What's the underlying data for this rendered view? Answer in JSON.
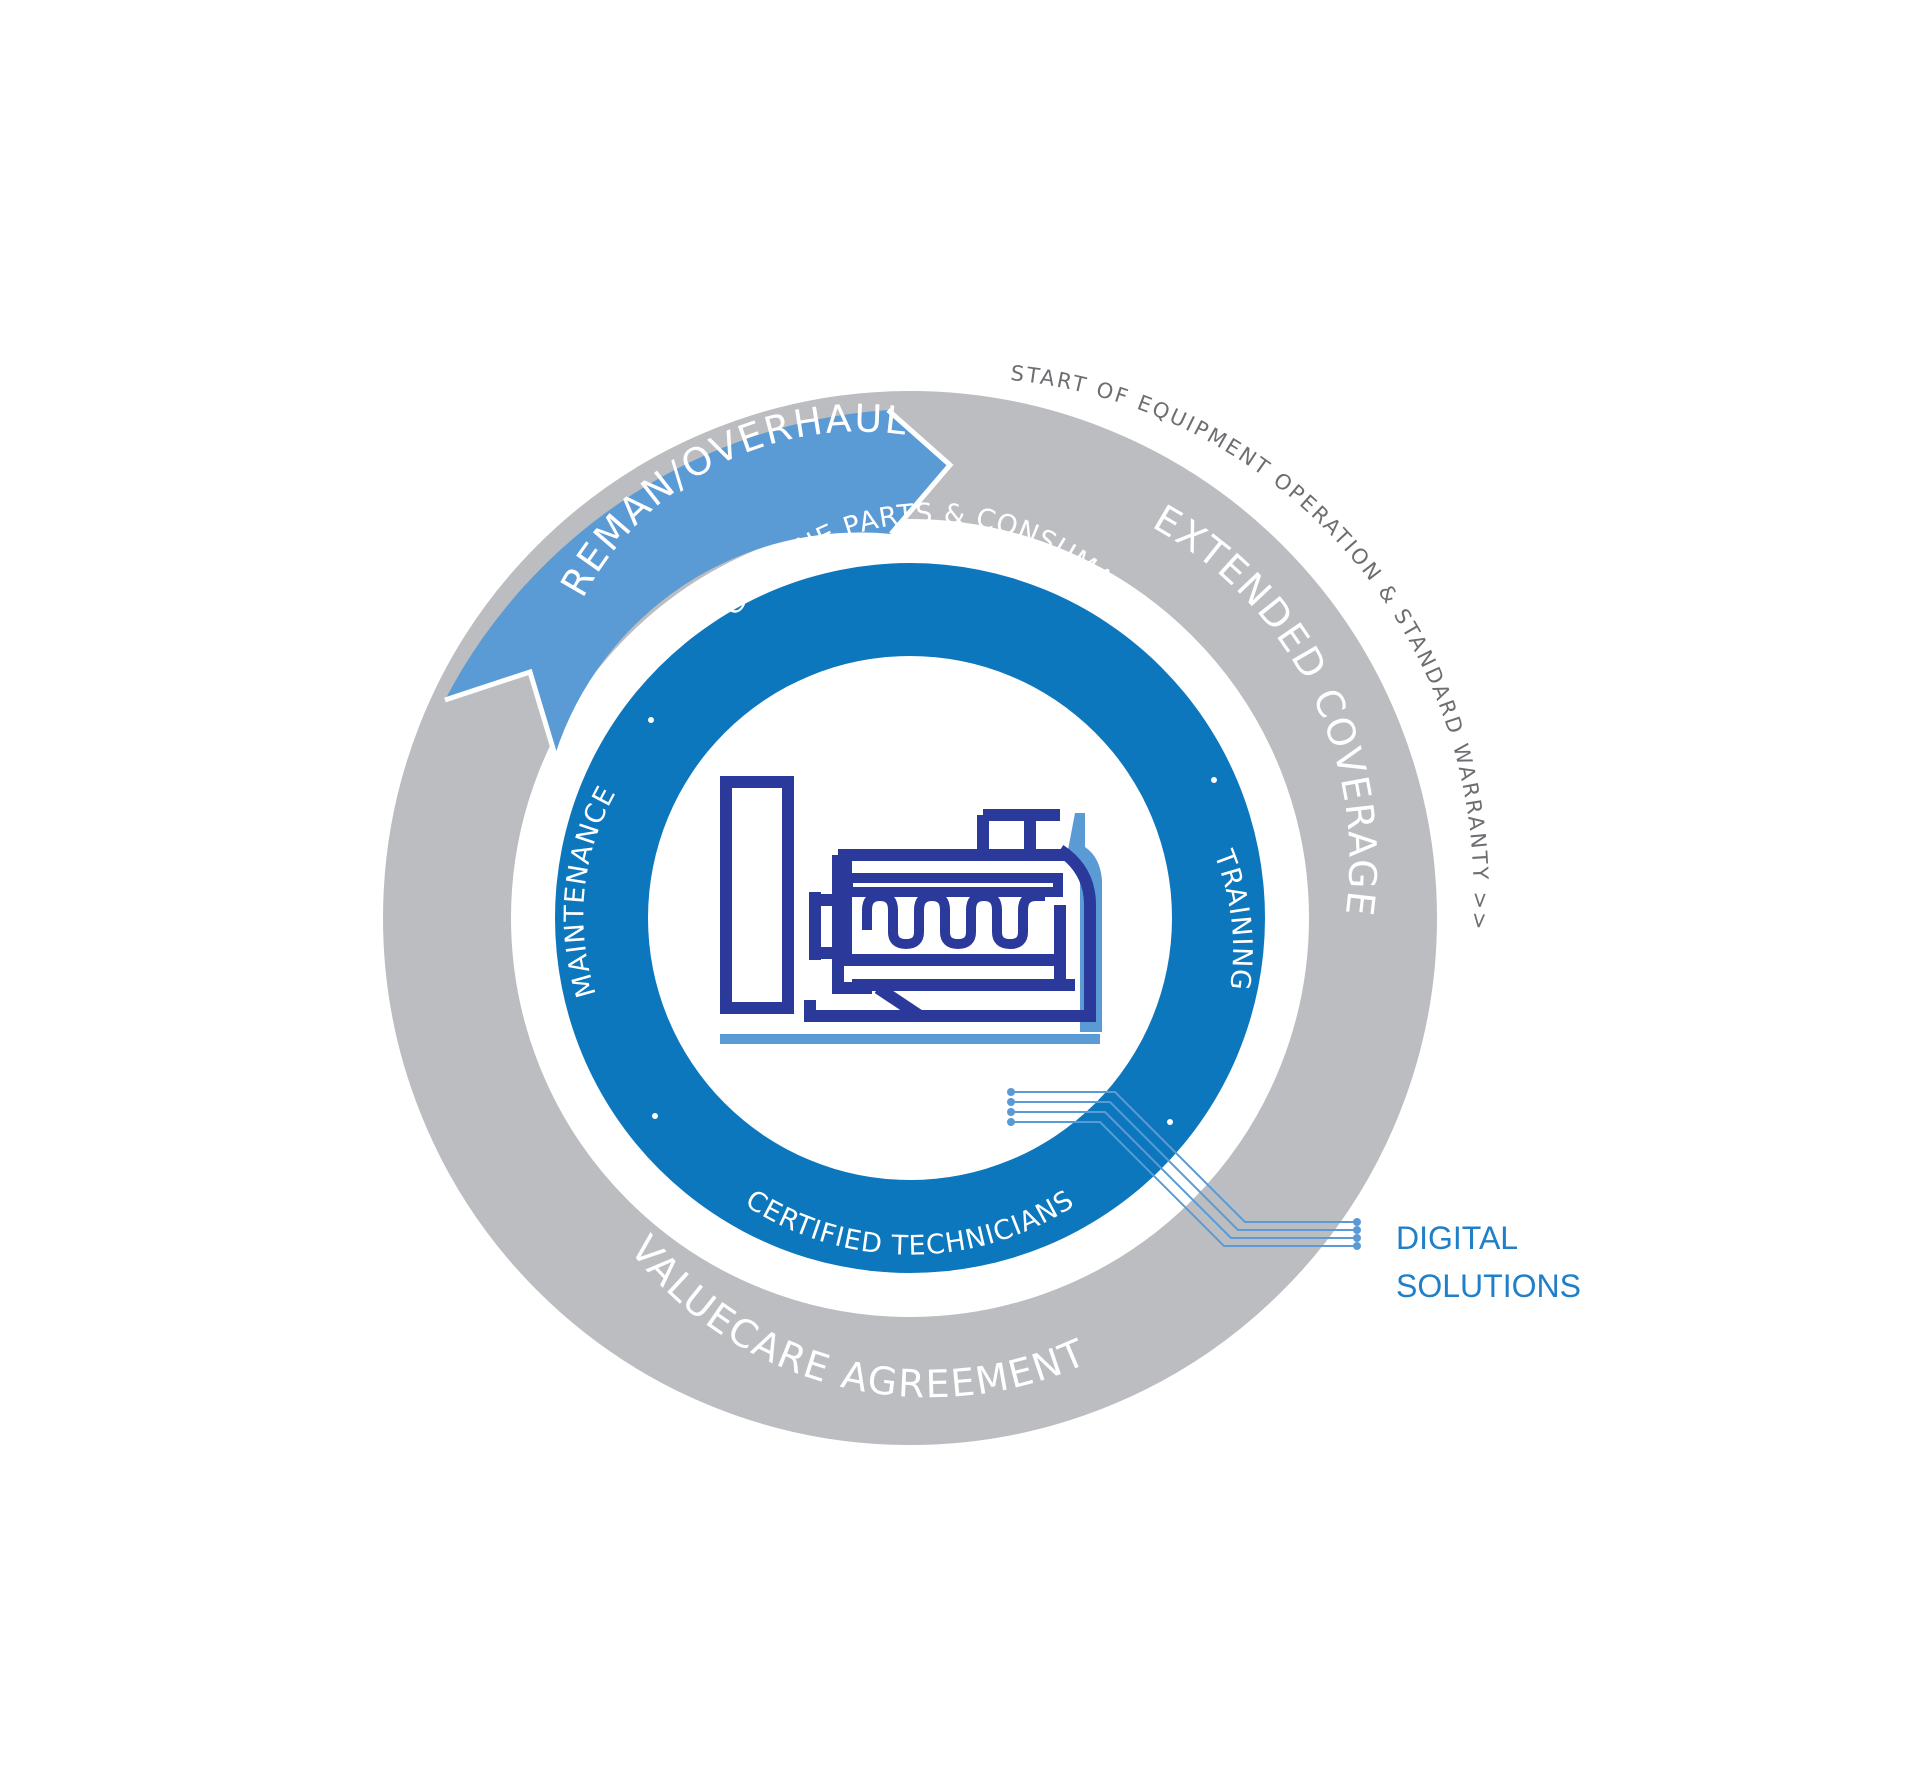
{
  "diagram": {
    "outer_ring": {
      "remanufacture": "REMAN/OVERHAUL",
      "extended_coverage": "EXTENDED COVERAGE",
      "agreement": "VALUECARE AGREEMENT"
    },
    "inner_ring": {
      "parts": "GENUINE PARTS & CONSUMABLES",
      "training": "TRAINING",
      "technicians": "CERTIFIED TECHNICIANS",
      "maintenance": "MAINTENANCE"
    },
    "arc_note": "START OF EQUIPMENT OPERATION & STANDARD WARRANTY >>",
    "digital": {
      "line1": "DIGITAL",
      "line2": "SOLUTIONS"
    },
    "colors": {
      "gray_ring": "#bcbdc0",
      "light_blue": "#5b9bd5",
      "blue_ring": "#0d77be",
      "engine_navy": "#2b3a9a",
      "digital_blue": "#1f7fc8",
      "note_gray": "#6d6e71"
    },
    "center_icon": "engine-generator-icon"
  }
}
